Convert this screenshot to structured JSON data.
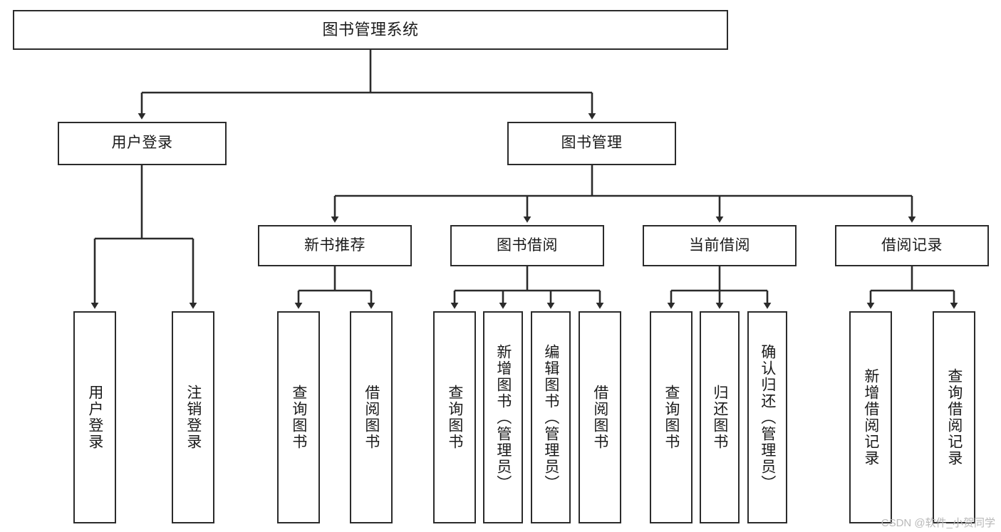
{
  "diagram": {
    "title": "图书管理系统",
    "type": "tree-hierarchy",
    "stroke_color": "#2b2b2b",
    "fill_color": "#ffffff",
    "text_color": "#1a1a1a"
  },
  "nodes": {
    "root": {
      "label": "图书管理系统"
    },
    "level2": [
      {
        "label": "用户登录"
      },
      {
        "label": "图书管理"
      }
    ],
    "level3": [
      {
        "label": "新书推荐"
      },
      {
        "label": "图书借阅"
      },
      {
        "label": "当前借阅"
      },
      {
        "label": "借阅记录"
      }
    ],
    "leaves_user_login": [
      {
        "label": "用户登录"
      },
      {
        "label": "注销登录"
      }
    ],
    "leaves_new_book": [
      {
        "label": "查询图书"
      },
      {
        "label": "借阅图书"
      }
    ],
    "leaves_borrow": [
      {
        "label": "查询图书"
      },
      {
        "label": "新增图书（管理员）"
      },
      {
        "label": "编辑图书（管理员）"
      },
      {
        "label": "借阅图书"
      }
    ],
    "leaves_current": [
      {
        "label": "查询图书"
      },
      {
        "label": "归还图书"
      },
      {
        "label": "确认归还（管理员）"
      }
    ],
    "leaves_record": [
      {
        "label": "新增借阅记录"
      },
      {
        "label": "查询借阅记录"
      }
    ]
  },
  "watermark": {
    "text": "CSDN @软件_小贺同学"
  }
}
